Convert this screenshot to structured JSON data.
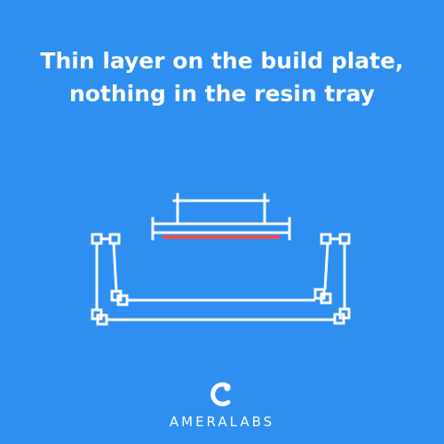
{
  "title": "Thin layer on the build plate, nothing in the resin tray",
  "brand": {
    "name": "AMERALABS"
  },
  "diagram": {
    "parts": [
      "build-plate",
      "cured-resin-layer",
      "resin-tray"
    ],
    "build_plate_color": "#ffffff",
    "cured_layer_color": "#ff4a48",
    "tray_color": "#ffffff"
  },
  "colors": {
    "background": "#2e8ff0",
    "text": "#ffffff"
  }
}
